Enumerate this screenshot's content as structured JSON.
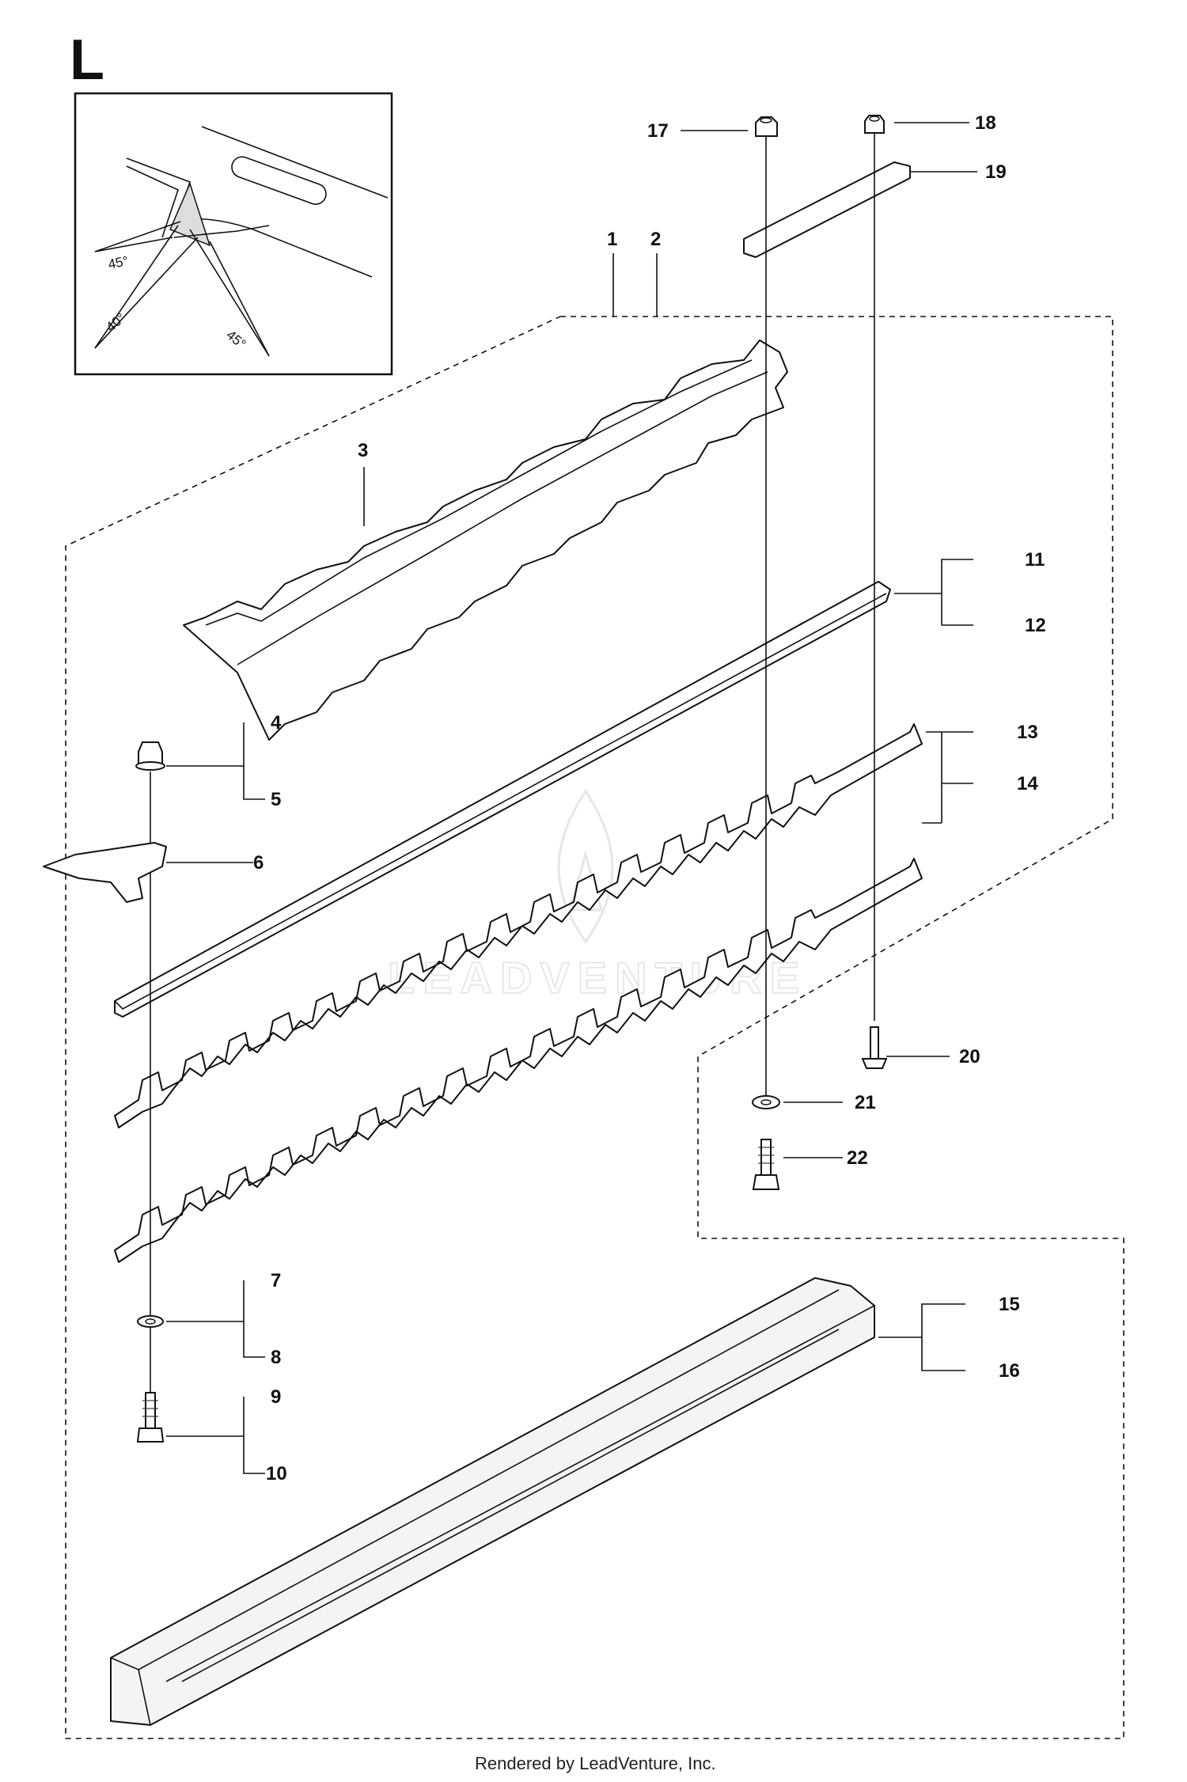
{
  "section_label": "L",
  "detail_inset": {
    "angles": [
      "45°",
      "40°",
      "45°"
    ]
  },
  "callouts": {
    "c1": "1",
    "c2": "2",
    "c3": "3",
    "c4": "4",
    "c5": "5",
    "c6": "6",
    "c7": "7",
    "c8": "8",
    "c9": "9",
    "c10": "10",
    "c11": "11",
    "c12": "12",
    "c13": "13",
    "c14": "14",
    "c15": "15",
    "c16": "16",
    "c17": "17",
    "c18": "18",
    "c19": "19",
    "c20": "20",
    "c21": "21",
    "c22": "22"
  },
  "watermark": "LEADVENTURE",
  "footer": "Rendered by LeadVenture, Inc."
}
